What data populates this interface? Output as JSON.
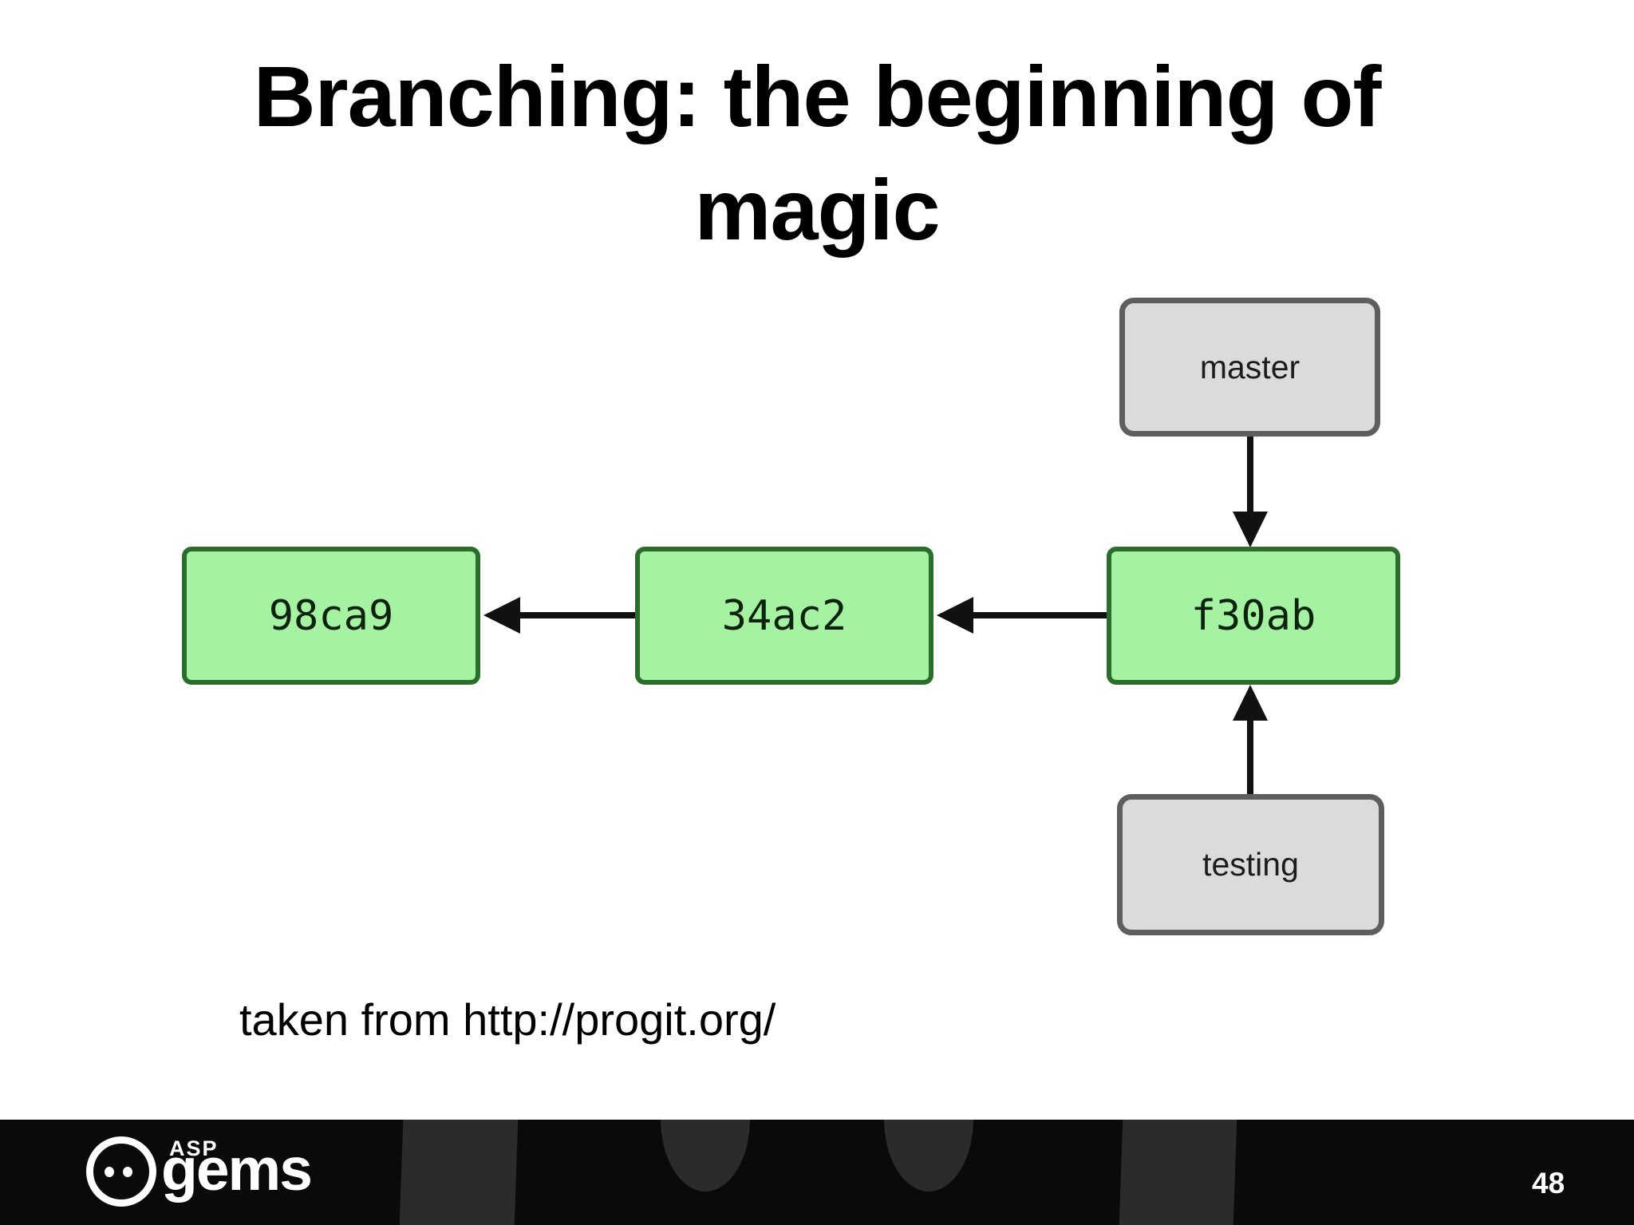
{
  "slide": {
    "title_line1": "Branching: the beginning of",
    "title_line2": "magic",
    "attribution": "taken from http://progit.org/"
  },
  "diagram": {
    "commit_nodes": [
      {
        "id": "98ca9",
        "label": "98ca9"
      },
      {
        "id": "34ac2",
        "label": "34ac2"
      },
      {
        "id": "f30ab",
        "label": "f30ab"
      }
    ],
    "branch_nodes": [
      {
        "id": "master",
        "label": "master"
      },
      {
        "id": "testing",
        "label": "testing"
      }
    ],
    "edges": [
      {
        "from": "34ac2",
        "to": "98ca9",
        "direction": "left"
      },
      {
        "from": "f30ab",
        "to": "34ac2",
        "direction": "left"
      },
      {
        "from": "master",
        "to": "f30ab",
        "direction": "down"
      },
      {
        "from": "testing",
        "to": "f30ab",
        "direction": "up"
      }
    ],
    "colors": {
      "commit_fill": "#a5f2a2",
      "commit_border": "#2b6e2b",
      "branch_fill": "#d9dcd9",
      "branch_border": "#5c5f5c",
      "arrow": "#111111"
    }
  },
  "footer": {
    "logo_small": "ASP",
    "logo_large": "gems",
    "page_number": "48",
    "bg": "#0a0a0a",
    "shape_color": "#2b2b2b"
  }
}
